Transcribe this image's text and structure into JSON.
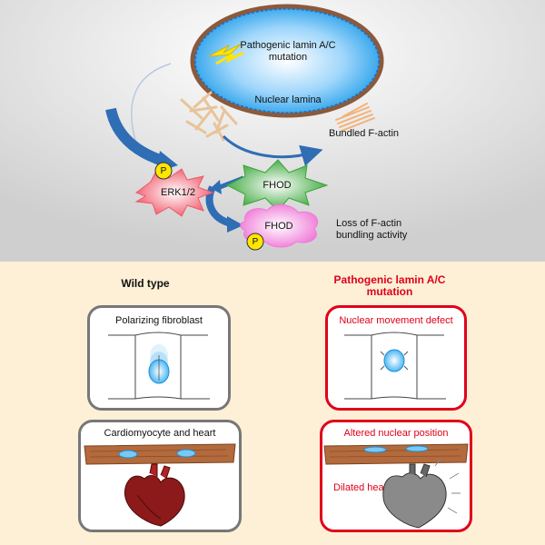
{
  "top": {
    "nucleus_label": "Pathogenic lamin A/C mutation",
    "lamina_label": "Nuclear lamina",
    "bundled_label": "Bundled F-actin",
    "erk_label": "ERK1/2",
    "fhod_label": "FHOD",
    "fhod_p_label": "FHOD",
    "phospho_label": "P",
    "loss_label": "Loss of F-actin bundling activity"
  },
  "bottom": {
    "wild_type_title": "Wild type",
    "mutation_title": "Pathogenic lamin A/C mutation",
    "fibroblast_label": "Polarizing fibroblast",
    "cardio_label": "Cardiomyocyte and heart",
    "movement_defect_label": "Nuclear movement defect",
    "altered_position_label": "Altered nuclear position",
    "dilated_label": "Dilated heart"
  },
  "colors": {
    "background_top": "#d9d9d9",
    "background_bottom": "#fdf0d6",
    "nucleus_fill": "#2aa8f0",
    "lamina_border": "#8b5a3c",
    "arrow_blue": "#2f6db5",
    "erk_fill": "#f05a6b",
    "fhod_green": "#3aa63a",
    "fhod_pink": "#f07ad8",
    "phospho_yellow": "#ffe600",
    "accent_red": "#e0001a",
    "box_gray": "#777777",
    "actin_orange": "#f2b27a"
  }
}
